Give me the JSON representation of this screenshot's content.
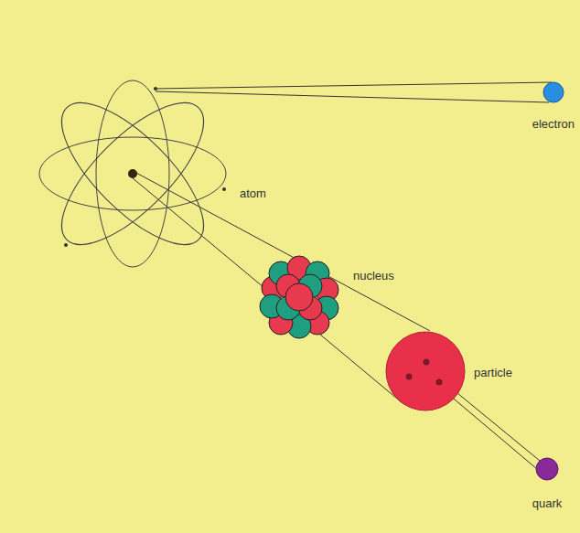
{
  "diagram": {
    "labels": [
      "electron",
      "atom",
      "nucleus",
      "particle",
      "quark"
    ]
  }
}
